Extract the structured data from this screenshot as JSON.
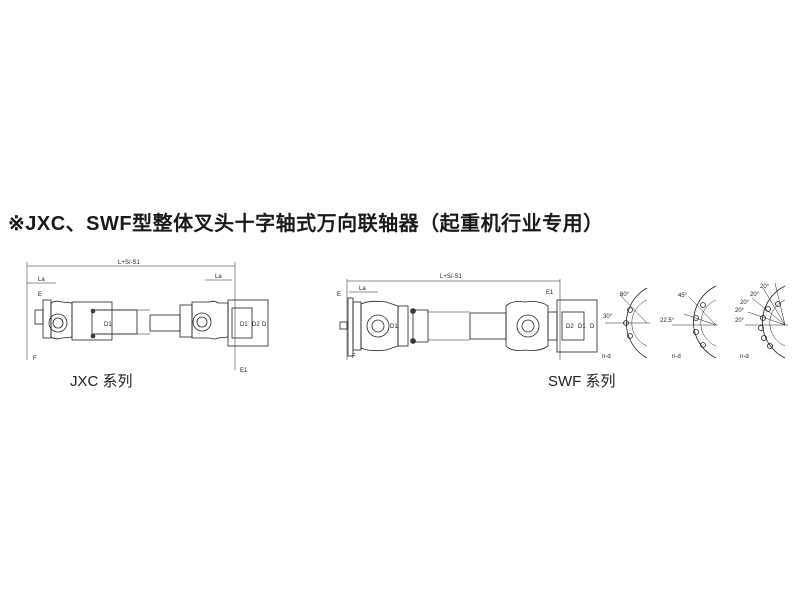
{
  "title": "※JXC、SWF型整体叉头十字轴式万向联轴器（起重机行业专用）",
  "jxc": {
    "caption": "JXC 系列",
    "labels": {
      "length": "L+S/-S1",
      "la_left": "La",
      "la_right": "La",
      "e": "E",
      "f": "F",
      "e1": "E1",
      "d1_mid": "D1",
      "d1": "D1",
      "d2": "D2",
      "d": "D"
    }
  },
  "swf": {
    "caption": "SWF 系列",
    "labels": {
      "length": "L+S/-S1",
      "la": "La",
      "e": "E",
      "f": "F",
      "e1": "E1",
      "d1_mid": "D1",
      "d2": "D2",
      "d1": "D1",
      "d": "D"
    },
    "flanges": [
      {
        "angles": [
          "60°",
          "30°"
        ],
        "holes": "n-d"
      },
      {
        "angles": [
          "45°",
          "22.5°"
        ],
        "holes": "n-d"
      },
      {
        "angles": [
          "20°",
          "20°",
          "20°",
          "20°",
          "20°"
        ],
        "holes": "n-d"
      }
    ]
  }
}
